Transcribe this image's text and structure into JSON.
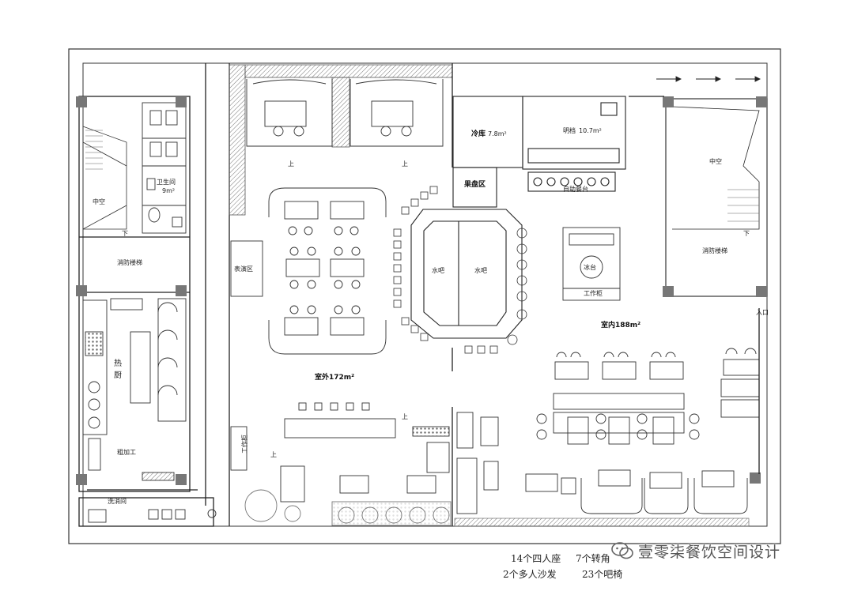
{
  "labels": {
    "void_left": "中空",
    "restroom": "卫生间",
    "restroom_area": "9m²",
    "fire_stair_left": "消防楼梯",
    "hot_kitchen_1": "热",
    "hot_kitchen_2": "厨",
    "rough_processing": "粗加工",
    "washroom": "洗消间",
    "performance_area": "表演区",
    "workbench_left": "工作柜",
    "outdoor_area": "室外172m²",
    "cold_storage": "冷库",
    "cold_storage_area": "7.8m²",
    "open_kitchen": "明档",
    "open_kitchen_area": "10.7m²",
    "fruit_plate_area": "果盘区",
    "buffet_counter": "自助餐台",
    "water_bar_left": "水吧",
    "water_bar_right": "水吧",
    "ice_display": "冰台",
    "workbench_right": "工作柜",
    "indoor_area": "室内188m²",
    "void_right": "中空",
    "fire_stair_right": "消防楼梯",
    "entrance": "入口",
    "up_1": "上",
    "up_2": "上",
    "up_3": "上",
    "up_4": "上",
    "down_1": "下",
    "down_2": "下"
  },
  "summary": {
    "four_seat": "14个四人座",
    "rotating": "7个转角",
    "multi_sofa": "2个多人沙发",
    "bar_stools": "23个吧椅"
  },
  "watermark": {
    "text": "壹零柒餐饮空间设计"
  },
  "colors": {
    "line": "#222222",
    "column": "#777777",
    "hatch": "#555555",
    "plant": "#888888"
  }
}
